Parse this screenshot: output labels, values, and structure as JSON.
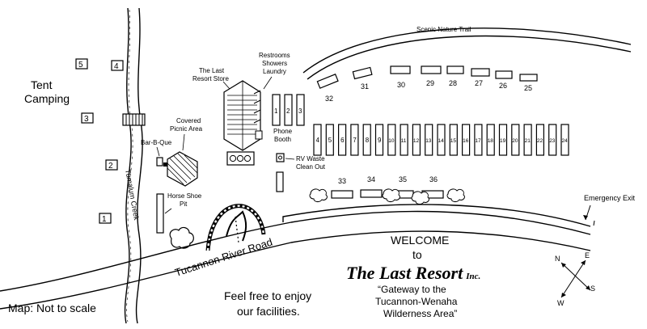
{
  "tent_camping": "Tent\nCamping",
  "tent_sites": [
    "5",
    "4",
    "3",
    "2",
    "1"
  ],
  "creek": "Tumalum Creek",
  "road": "Tucannon River Road",
  "scenic_trail": "Scenic Nature Trail",
  "store": "The Last\nResort Store",
  "restrooms": "Restrooms\nShowers\nLaundry",
  "phone_booth": "Phone\nBooth",
  "rv_waste": "RV Waste\nClean Out",
  "covered_picnic": "Covered\nPicnic Area",
  "bbq": "Bar-B-Que",
  "horseshoe": "Horse Shoe\nPit",
  "emergency_exit": "Emergency Exit",
  "welcome": "WELCOME",
  "to": "to",
  "resort_name": "The Last Resort",
  "resort_suffix": "Inc.",
  "tagline": "“Gateway to the\nTucannon-Wenaha\nWilderness Area”",
  "enjoy": "Feel free to enjoy\nour facilities.",
  "scale_note": "Map: Not to scale",
  "compass": {
    "n": "N",
    "e": "E",
    "s": "S",
    "w": "W"
  },
  "row_sites_top": [
    "32",
    "31",
    "30",
    "29",
    "28",
    "27",
    "26",
    "25"
  ],
  "store_adjacent_sites": [
    "1",
    "2",
    "3"
  ],
  "middle_sites": [
    "4",
    "5",
    "6",
    "7",
    "8",
    "9",
    "10",
    "11",
    "12",
    "13",
    "14",
    "15",
    "16",
    "17",
    "18",
    "19",
    "20",
    "21",
    "22",
    "23",
    "24"
  ],
  "bottom_sites": [
    "33",
    "34",
    "35",
    "36"
  ]
}
